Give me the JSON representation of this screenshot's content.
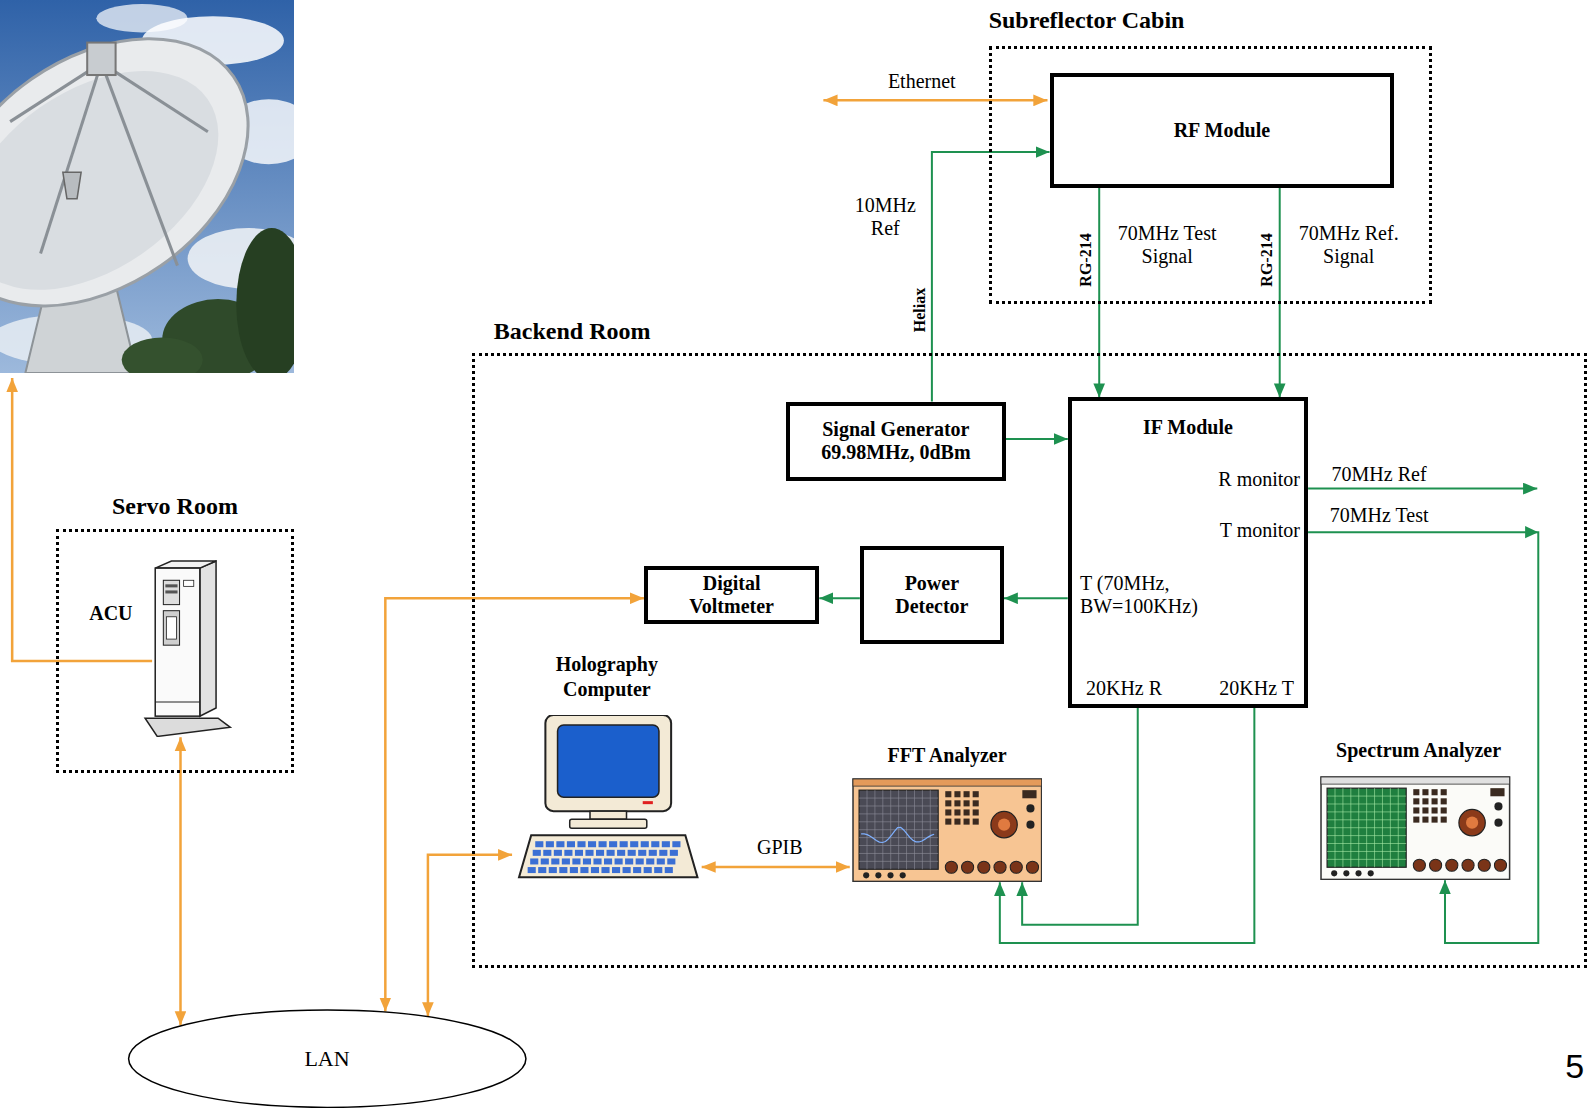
{
  "diagram": {
    "nodes": [
      {
        "text": [
          "Subreflector Cabin"
        ]
      },
      {
        "text": [
          "RF Module"
        ],
        "in": 0
      },
      {
        "text": [
          "Servo Room"
        ]
      },
      {
        "text": [
          "ACU"
        ],
        "in": 2
      },
      {
        "text": [
          "Backend Room"
        ]
      },
      {
        "text": [
          "Signal Generator 69.98MHz, 0dBm"
        ],
        "in": 4
      },
      {
        "text": [
          "IF Module",
          "R monitor",
          "T monitor",
          "T (70MHz, BW=100KHz)",
          "20KHz R",
          "20KHz T"
        ],
        "in": 4
      },
      {
        "text": [
          "Power Detector"
        ],
        "in": 4
      },
      {
        "text": [
          "Digital Voltmeter"
        ],
        "in": 4
      },
      {
        "text": [
          "Holography Computer"
        ],
        "in": 4
      },
      {
        "text": [
          "FFT Analyzer"
        ],
        "in": 4
      },
      {
        "text": [
          "Spectrum Analyzer"
        ],
        "in": 4
      },
      {
        "text": [
          "LAN"
        ]
      }
    ],
    "edges": [
      {
        "from": 5,
        "to": 1,
        "label": "10MHz Ref",
        "arrow": "to"
      },
      {
        "from": 5,
        "to": 6,
        "arrow": "to"
      },
      {
        "from": 1,
        "to": 6,
        "label": "70MHz Test Signal",
        "arrow": "to"
      },
      {
        "from": 1,
        "to": 6,
        "label": "70MHz Ref. Signal",
        "arrow": "to"
      },
      {
        "from": 6,
        "to": 7,
        "arrow": "to"
      },
      {
        "from": 7,
        "to": 8,
        "arrow": "to"
      },
      {
        "from": 6,
        "to": 10,
        "arrow": "to"
      },
      {
        "from": 6,
        "to": 10,
        "arrow": "to"
      },
      {
        "from": 6,
        "to": 11,
        "label": "70MHz Test",
        "arrow": "to"
      },
      {
        "from": 8,
        "to": 12,
        "arrow": "both"
      },
      {
        "from": 9,
        "to": 12,
        "arrow": "both"
      },
      {
        "from": 9,
        "to": 10,
        "label": "GPIB",
        "arrow": "both"
      },
      {
        "from": 3,
        "to": 12,
        "arrow": "both"
      }
    ],
    "labels": [
      "Ethernet",
      "Heliax",
      "RG-214",
      "RG-214",
      "70MHz Ref",
      "5"
    ]
  }
}
